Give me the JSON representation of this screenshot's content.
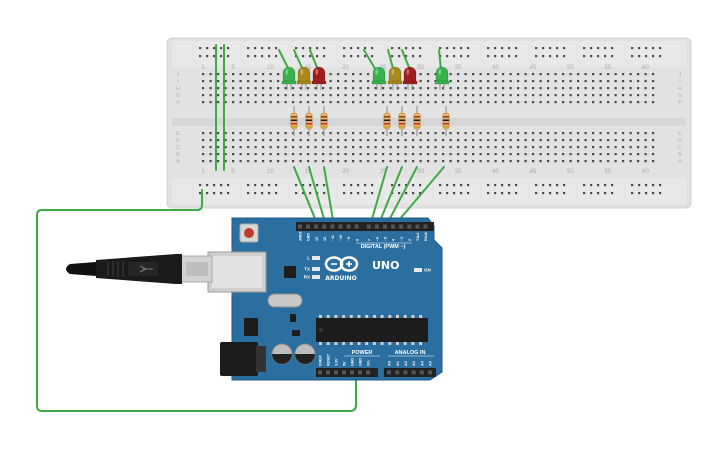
{
  "breadboard": {
    "column_labels": [
      "1",
      "5",
      "10",
      "15",
      "20",
      "25",
      "30",
      "35",
      "40",
      "45",
      "50",
      "55",
      "60"
    ],
    "row_labels_top": [
      "J",
      "I",
      "H",
      "G",
      "F"
    ],
    "row_labels_bottom": [
      "E",
      "D",
      "C",
      "B",
      "A"
    ]
  },
  "leds": [
    {
      "name": "led-green-1",
      "color": "#37b24d"
    },
    {
      "name": "led-yellow-1",
      "color": "#a8891c"
    },
    {
      "name": "led-red-1",
      "color": "#a11d1d"
    },
    {
      "name": "led-green-2",
      "color": "#37b24d"
    },
    {
      "name": "led-yellow-2",
      "color": "#a8891c"
    },
    {
      "name": "led-red-2",
      "color": "#a11d1d"
    },
    {
      "name": "led-green-3",
      "color": "#37b24d"
    }
  ],
  "arduino": {
    "brand_text": "ARDUINO",
    "model_text": "UNO",
    "digital_label": "DIGITAL (PWM ~)",
    "power_label": "POWER",
    "analog_label": "ANALOG IN",
    "on_label": "ON",
    "l_label": "L",
    "tx_label": "TX",
    "rx_label": "RX",
    "digital_pins": [
      "AREF",
      "GND",
      "13",
      "12",
      "~11",
      "~10",
      "~9",
      "8",
      "7",
      "~6",
      "~5",
      "4",
      "~3",
      "2",
      "TX▸1",
      "RX◂0"
    ],
    "power_pins": [
      "IOREF",
      "RESET",
      "3.3V",
      "5V",
      "GND",
      "GND",
      "Vin"
    ],
    "analog_pins": [
      "A0",
      "A1",
      "A2",
      "A3",
      "A4",
      "A5"
    ]
  },
  "colors": {
    "wire": "#3eaa46",
    "pcb": "#2a6fa0",
    "pcb_dark": "#1e5a85",
    "breadboard": "#e4e4e4",
    "hole": "#4a4a4a",
    "led_green": "#37b24d",
    "led_yellow": "#a8891c",
    "led_red": "#a11d1d",
    "resistor": "#e9b46c"
  },
  "icons": {
    "usb_cable": "usb-cable-icon",
    "reset_button": "reset-button-icon",
    "infinity_logo": "arduino-infinity-logo"
  }
}
